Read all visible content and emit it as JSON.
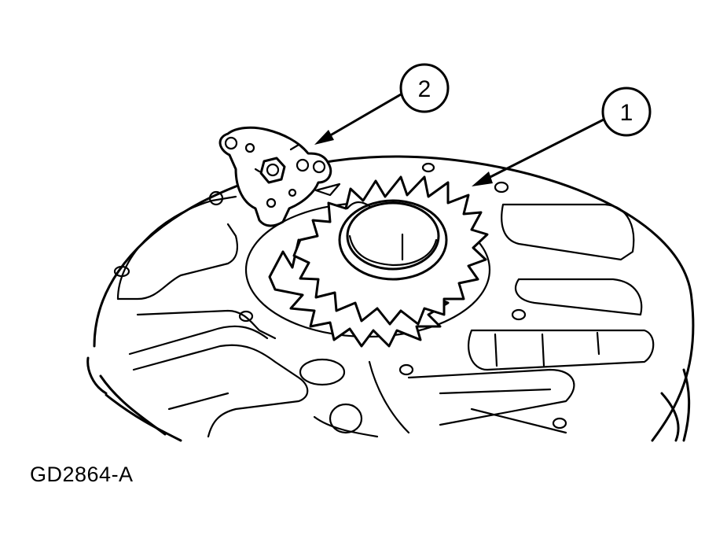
{
  "figure_id": "GD2864-A",
  "callouts": [
    {
      "label": "1",
      "part": "gear"
    },
    {
      "label": "2",
      "part": "cover"
    }
  ],
  "colors": {
    "line": "#000000",
    "background": "#ffffff"
  }
}
